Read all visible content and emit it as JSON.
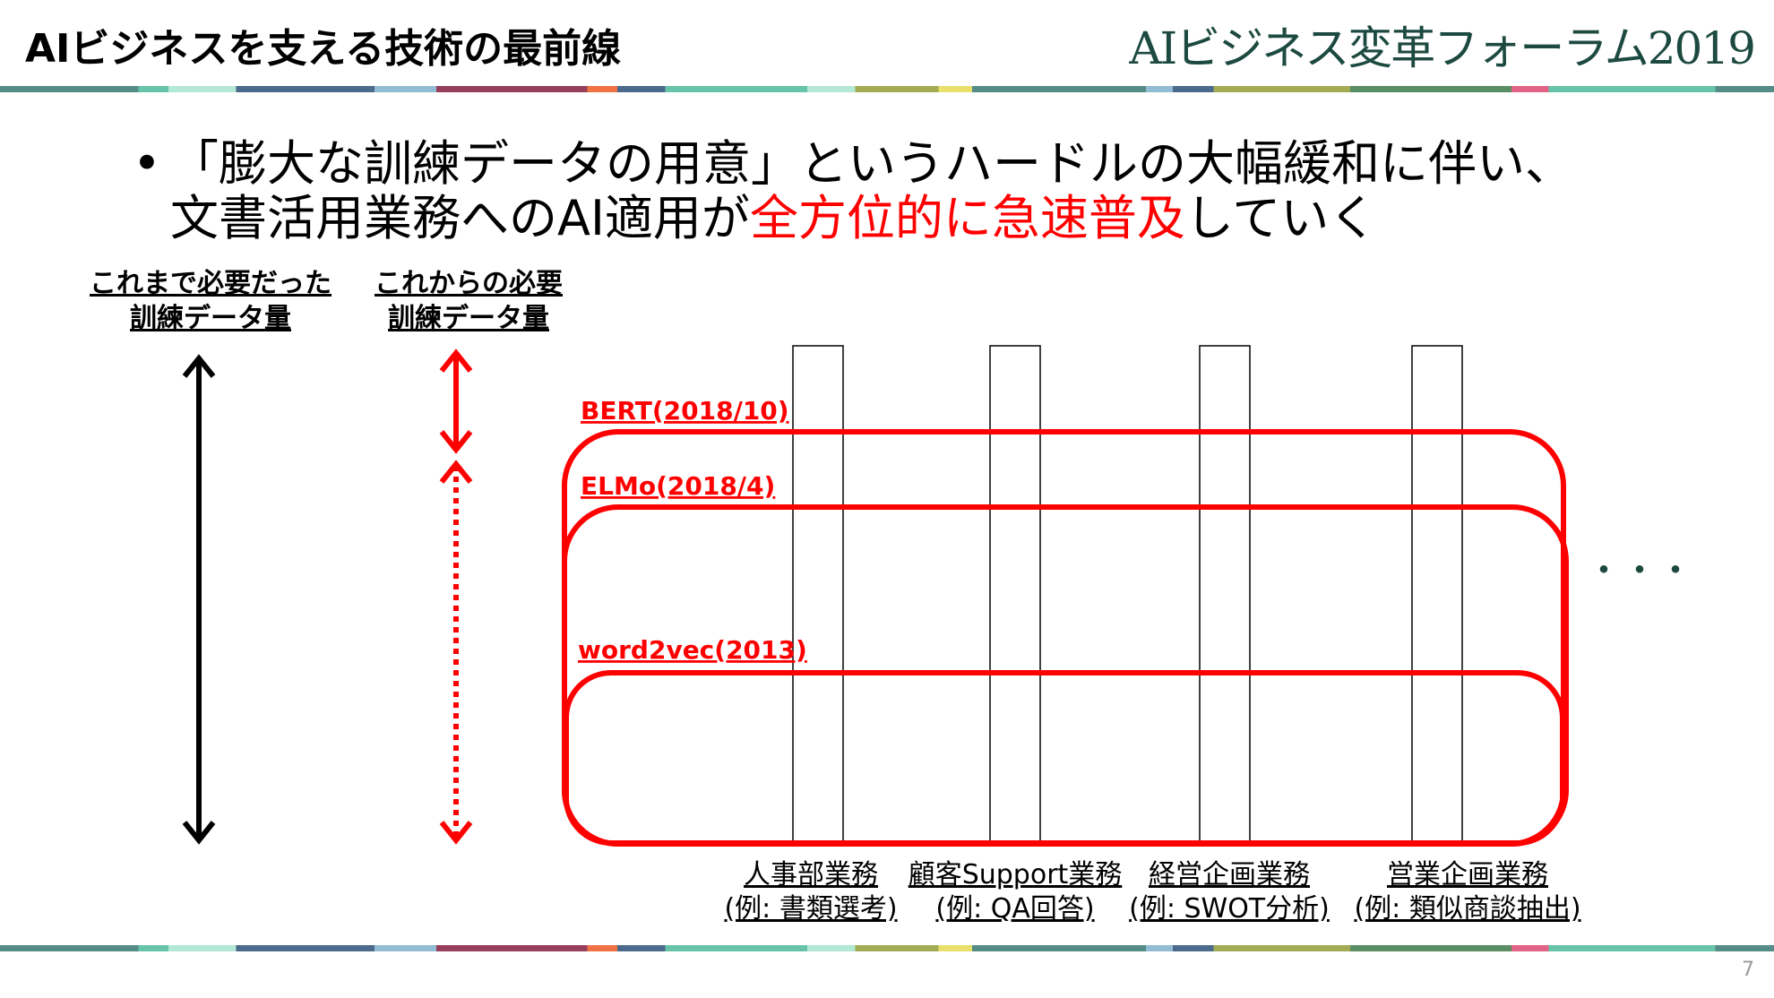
{
  "header": {
    "title": "AIビジネスを支える技術の最前線",
    "brand": "AIビジネス変革フォーラム2019"
  },
  "bullet": {
    "line1": "「膨大な訓練データの用意」というハードルの大幅緩和に伴い、",
    "line2_prefix": "文書活用業務へのAI適用が",
    "line2_highlight": "全方位的に急速普及",
    "line2_suffix": "していく"
  },
  "labels": {
    "before_line1": "これまで必要だった",
    "before_line2": "訓練データ量",
    "after_line1": "これからの必要",
    "after_line2": "訓練データ量"
  },
  "models": [
    {
      "label": "BERT(2018/10)"
    },
    {
      "label": "ELMo(2018/4)"
    },
    {
      "label": "word2vec(2013)"
    }
  ],
  "ellipsis": "・・・",
  "tasks": [
    {
      "name": "人事部業務",
      "example": "(例: 書類選考)"
    },
    {
      "name": "顧客Support業務",
      "example": "(例: QA回答)"
    },
    {
      "name": "経営企画業務",
      "example": "(例: SWOT分析)"
    },
    {
      "name": "営業企画業務",
      "example": "(例: 類似商談抽出)"
    }
  ],
  "page_number": "7",
  "colors": {
    "accent": "#ff0000",
    "brand": "#1d4a40"
  }
}
